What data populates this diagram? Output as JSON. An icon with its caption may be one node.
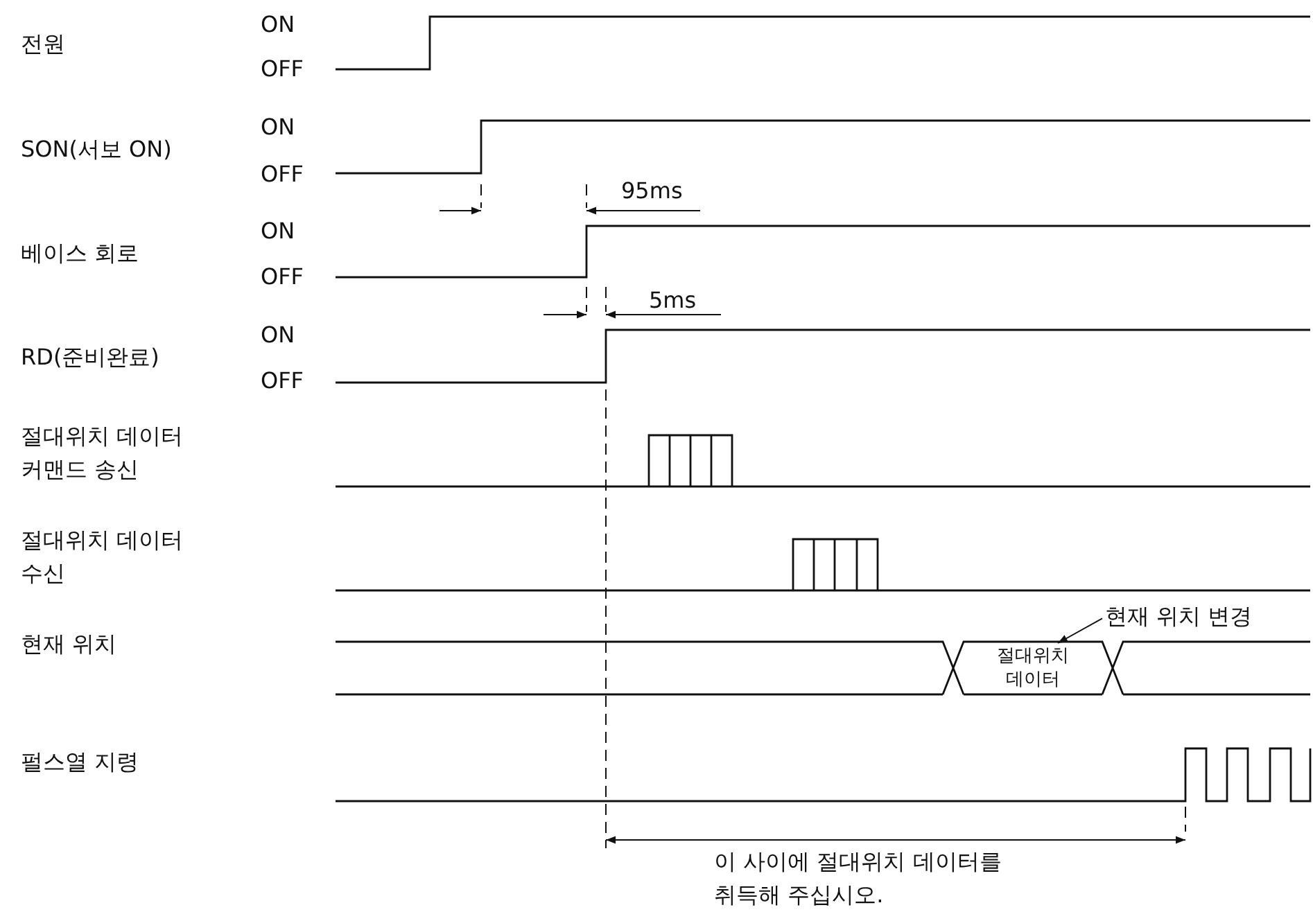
{
  "diagram": {
    "nodes": [
      {
        "text": [
          "현재 위치 변경"
        ]
      },
      {
        "text": [
          "절대위치 데이터"
        ]
      }
    ],
    "edges": [
      {
        "from": 0,
        "to": 1,
        "arrow": "to"
      }
    ],
    "labels": [
      "전원",
      "ON",
      "OFF",
      "SON(서보 ON)",
      "ON",
      "OFF",
      "95ms",
      "베이스 회로",
      "ON",
      "OFF",
      "5ms",
      "RD(준비완료)",
      "ON",
      "OFF",
      "절대위치 데이터 커맨드 송신",
      "절대위치 데이터 수신",
      "현재 위치",
      "펄스열 지령",
      "이 사이에 절대위치 데이터를 취득해 주십시오."
    ]
  }
}
